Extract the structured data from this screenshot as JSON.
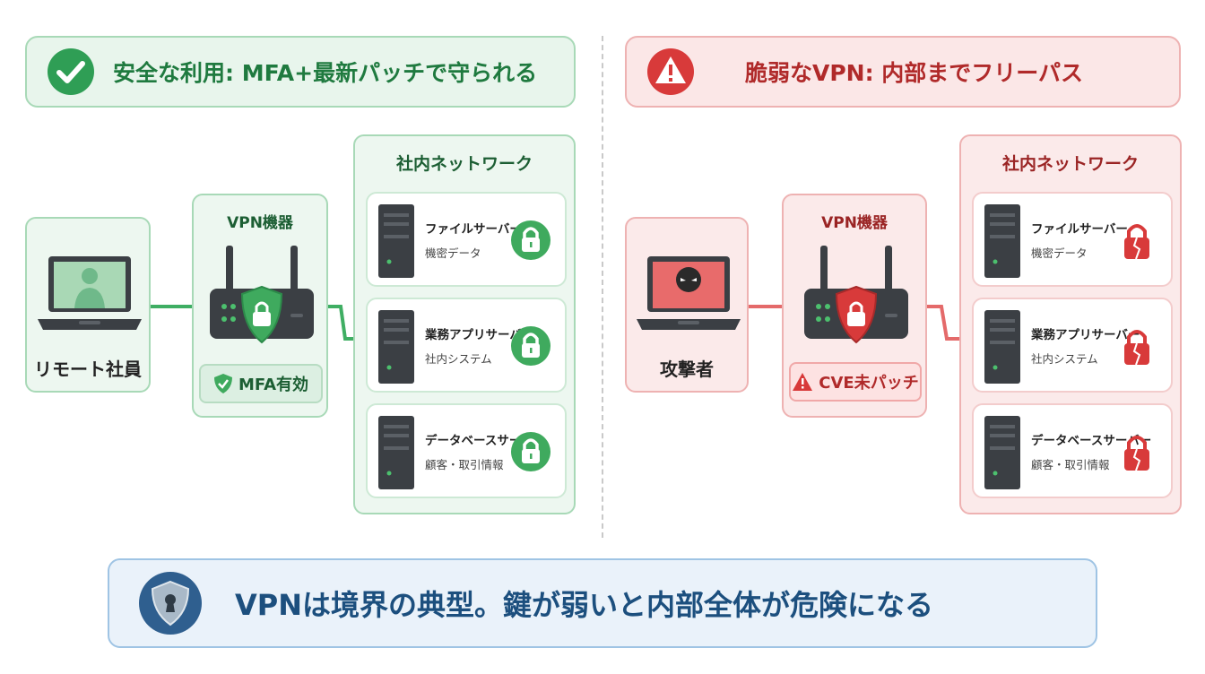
{
  "left_panel": {
    "banner": {
      "title": "安全な利用: MFA+最新パッチで守られる",
      "icon": "check-circle-icon"
    },
    "client": {
      "label": "リモート社員",
      "icon": "laptop-user-icon"
    },
    "vpn": {
      "title": "VPN機器",
      "badge": "MFA有効",
      "icon": "router-shield-icon"
    },
    "network": {
      "title": "社内ネットワーク",
      "servers": [
        {
          "name": "ファイルサーバー",
          "desc": "機密データ",
          "lock": "locked"
        },
        {
          "name": "業務アプリサーバー",
          "desc": "社内システム",
          "lock": "locked"
        },
        {
          "name": "データベースサーバー",
          "desc": "顧客・取引情報",
          "lock": "locked"
        }
      ]
    }
  },
  "right_panel": {
    "banner": {
      "title": "脆弱なVPN: 内部までフリーパス",
      "icon": "warning-triangle-icon"
    },
    "client": {
      "label": "攻撃者",
      "icon": "laptop-hacker-icon"
    },
    "vpn": {
      "title": "VPN機器",
      "badge": "CVE未パッチ",
      "icon": "router-shield-icon"
    },
    "network": {
      "title": "社内ネットワーク",
      "servers": [
        {
          "name": "ファイルサーバー",
          "desc": "機密データ",
          "lock": "broken"
        },
        {
          "name": "業務アプリサーバー",
          "desc": "社内システム",
          "lock": "broken"
        },
        {
          "name": "データベースサーバー",
          "desc": "顧客・取引情報",
          "lock": "broken"
        }
      ]
    }
  },
  "footer": {
    "text": "VPNは境界の典型。鍵が弱いと内部全体が危険になる",
    "icon": "shield-keyhole-icon"
  },
  "colors": {
    "safe": "#3fae63",
    "danger": "#e04848",
    "info": "#1c4f7e"
  }
}
